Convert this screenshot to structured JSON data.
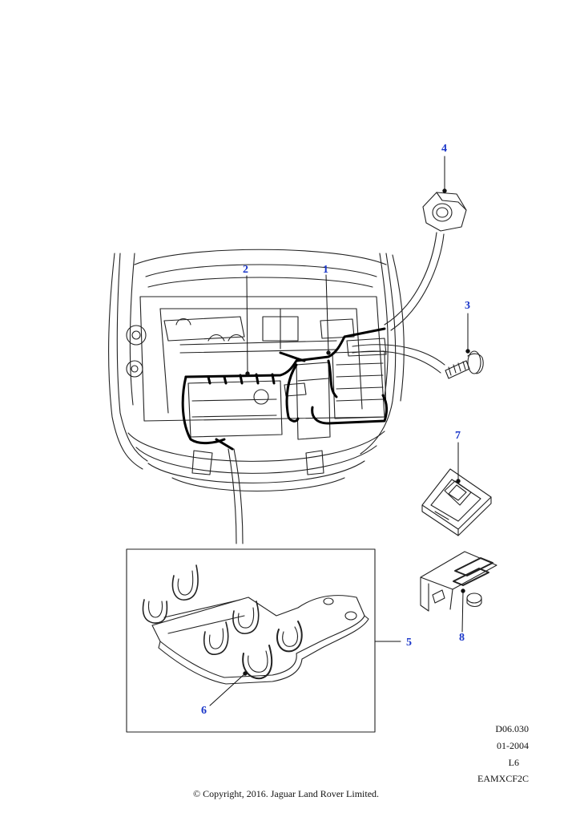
{
  "callouts": [
    {
      "id": "1",
      "label": "1"
    },
    {
      "id": "2",
      "label": "2"
    },
    {
      "id": "3",
      "label": "3"
    },
    {
      "id": "4",
      "label": "4"
    },
    {
      "id": "5",
      "label": "5"
    },
    {
      "id": "6",
      "label": "6"
    },
    {
      "id": "7",
      "label": "7"
    },
    {
      "id": "8",
      "label": "8"
    }
  ],
  "reference": {
    "diagram_code": "D06.030",
    "date": "01-2004",
    "engine": "L6",
    "part_code": "EAMXCF2C"
  },
  "copyright": "© Copyright, 2016. Jaguar Land Rover Limited.",
  "colors": {
    "callout": "#1a36c9",
    "line": "#111111"
  }
}
